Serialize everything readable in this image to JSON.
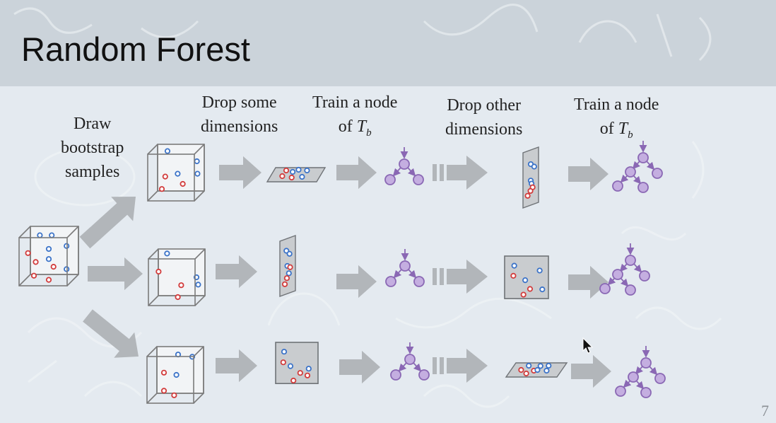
{
  "slide": {
    "title": "Random Forest",
    "page_number": "7"
  },
  "steps": {
    "draw": [
      "Draw",
      "bootstrap",
      "samples"
    ],
    "drop_some": [
      "Drop some",
      "dimensions"
    ],
    "train_1": {
      "line1": "Train a node",
      "of": "of ",
      "T": "T",
      "sub": "b"
    },
    "drop_other": [
      "Drop other",
      "dimensions"
    ],
    "train_2": {
      "line1": "Train a node",
      "of": "of ",
      "T": "T",
      "sub": "b"
    }
  },
  "colors": {
    "point_blue": "#3b73c8",
    "point_red": "#d23c3c",
    "node_fill": "#c4aee0",
    "node_stroke": "#8a68b4",
    "arrow_gray": "#b2b6ba",
    "box_stroke": "#7b7b7b"
  }
}
